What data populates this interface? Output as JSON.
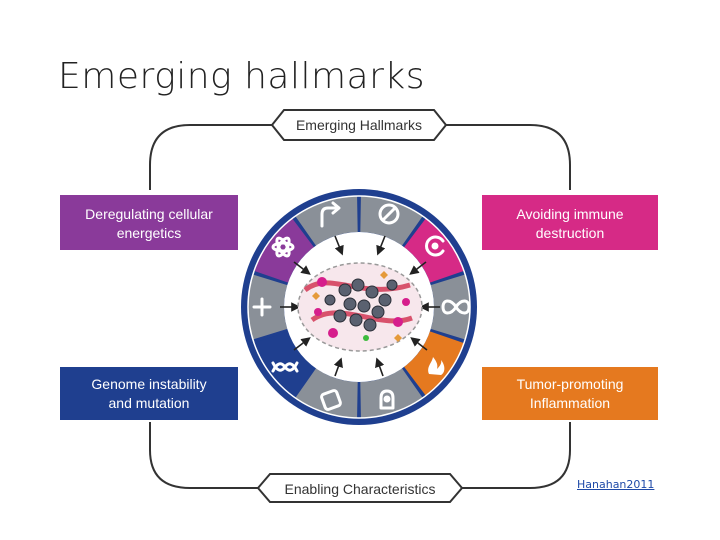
{
  "slide": {
    "title": "Emerging hallmarks",
    "citation": "Hanahan2011"
  },
  "diagram": {
    "top_label": "Emerging Hallmarks",
    "bottom_label": "Enabling Characteristics",
    "boxes": {
      "top_left": {
        "line1": "Deregulating cellular",
        "line2": "energetics",
        "color": "#8a3a9a"
      },
      "top_right": {
        "line1": "Avoiding immune",
        "line2": "destruction",
        "color": "#d62a86"
      },
      "bottom_left": {
        "line1": "Genome instability",
        "line2": "and mutation",
        "color": "#1f3f8f"
      },
      "bottom_right": {
        "line1": "Tumor-promoting",
        "line2": "Inflammation",
        "color": "#e5791f"
      }
    },
    "ring_colors": {
      "outer": "#1f3f8f",
      "gray": "#8a9098",
      "energetics": "#8a3a9a",
      "immune": "#d62a86",
      "genome": "#1f3f8f",
      "inflammation": "#e5791f"
    },
    "icons": [
      "proliferation-arrow-icon",
      "growth-suppressor-block-icon",
      "immune-pacman-icon",
      "replicative-immortality-infinity-icon",
      "inflammation-flame-icon",
      "metastasis-invasion-icon",
      "angiogenesis-vessel-icon",
      "dna-mutation-icon",
      "cell-death-resistance-plus-icon",
      "energetics-atom-icon"
    ]
  }
}
